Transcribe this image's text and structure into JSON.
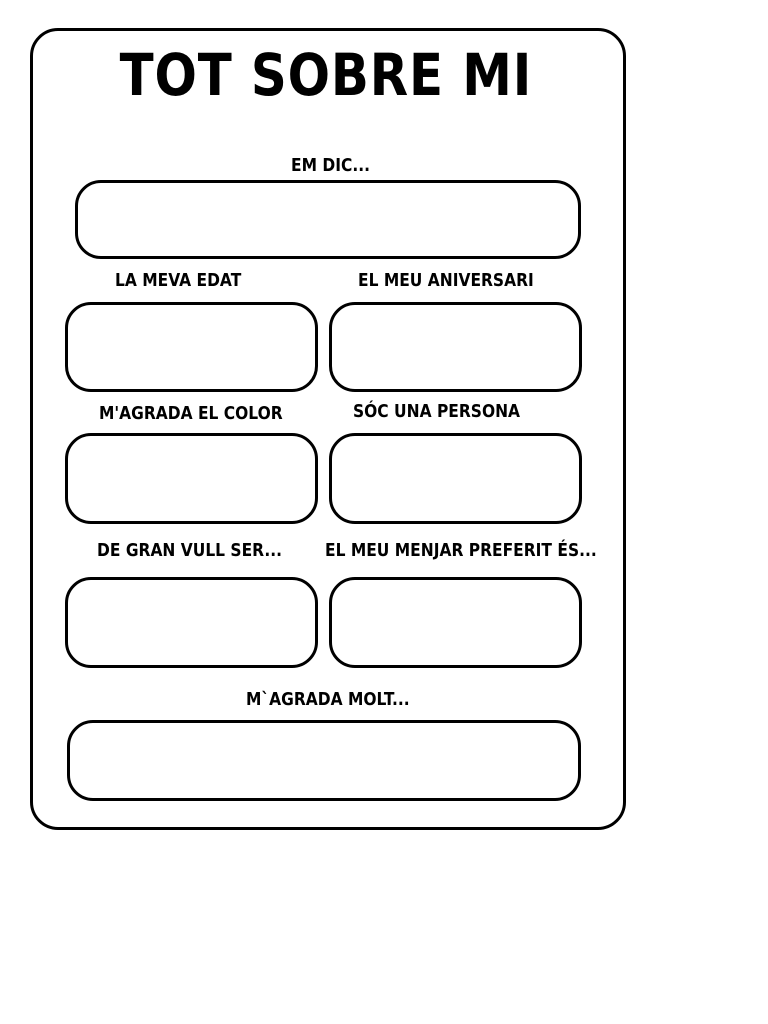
{
  "title": "TOT SOBRE MI",
  "fields": [
    {
      "label": "EM DIC..."
    },
    {
      "label": "LA MEVA EDAT"
    },
    {
      "label": "EL MEU ANIVERSARI"
    },
    {
      "label": "M'AGRADA EL COLOR"
    },
    {
      "label": "SÓC UNA PERSONA"
    },
    {
      "label": "DE GRAN VULL SER..."
    },
    {
      "label": "EL MEU MENJAR PREFERIT ÉS..."
    },
    {
      "label": "M`AGRADA MOLT..."
    }
  ]
}
